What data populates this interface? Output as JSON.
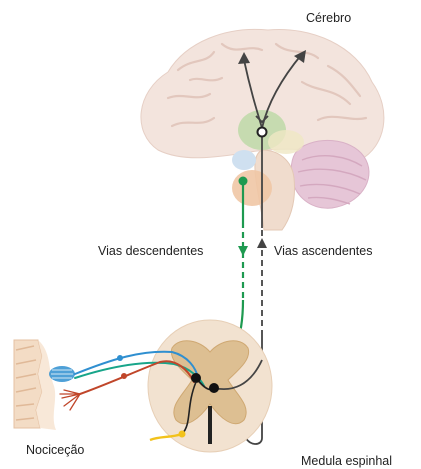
{
  "labels": {
    "brain": "Cérebro",
    "descending": "Vias descendentes",
    "ascending": "Vias ascendentes",
    "nociception": "Nociceção",
    "spinal_cord": "Medula espinhal"
  },
  "colors": {
    "background": "#ffffff",
    "brain_tissue": "#f3e4dd",
    "brain_folds": "#e2c7bd",
    "thalamus": "#c6dbb0",
    "cerebellum": "#e6c6d7",
    "brainstem": "#f0dccd",
    "hypothalamus": "#cfe0f0",
    "amygdala": "#f0c6a5",
    "spinal_white_matter": "#f2e2d0",
    "spinal_grey_matter": "#ddbf92",
    "skin": "#f3dcc5",
    "descending_pathway": "#1e9a50",
    "ascending_pathway": "#444444",
    "nerve_blue": "#2f8fd0",
    "nerve_red": "#c0462a",
    "nerve_teal": "#18a58a",
    "nerve_yellow": "#f2c21b",
    "neuron_node": "#111111"
  }
}
